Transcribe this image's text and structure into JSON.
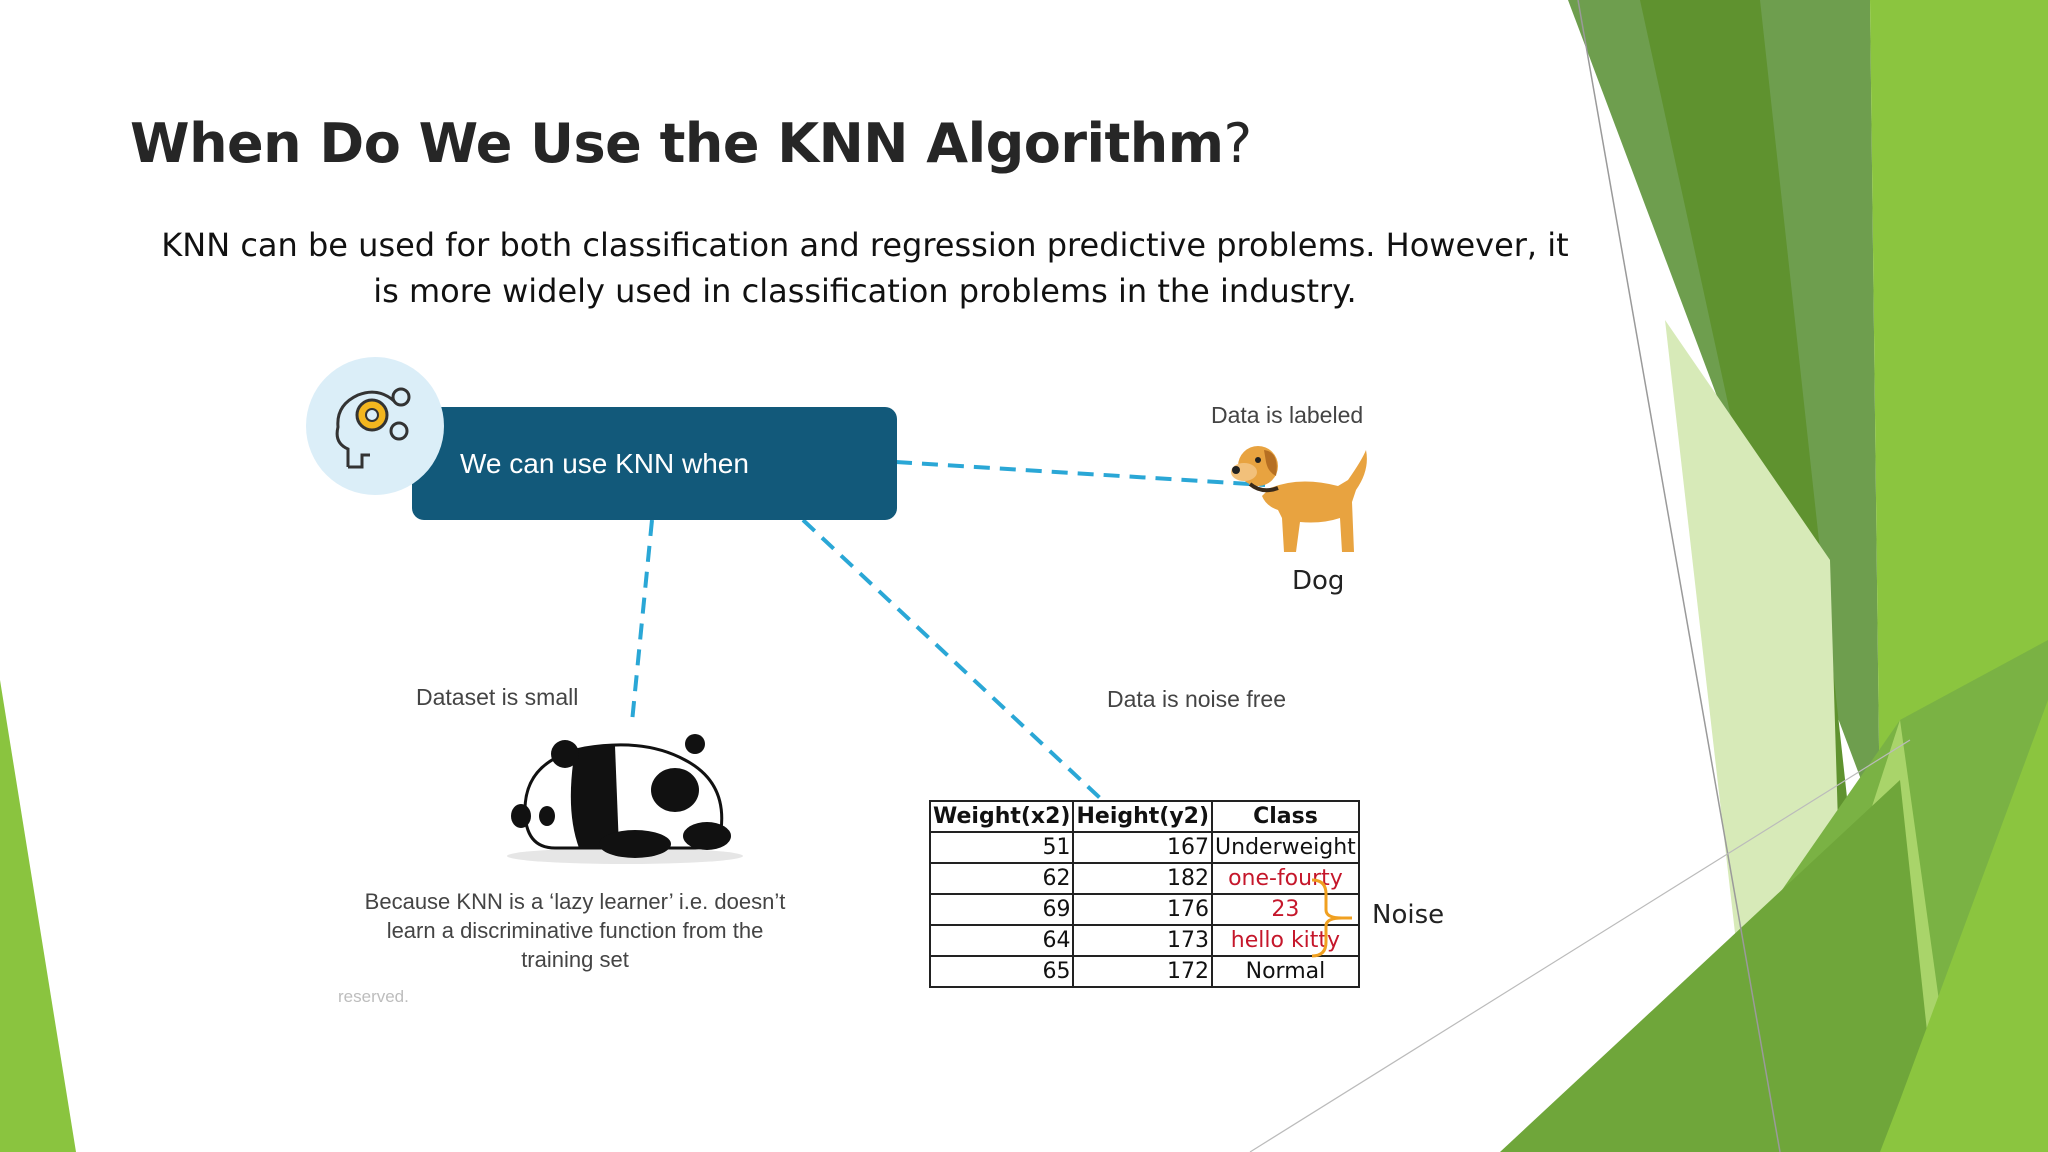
{
  "slide": {
    "title_main": "When Do We Use the KNN Algorithm",
    "title_mark": "?",
    "intro": "KNN can be used for both classification and regression predictive problems. However, it is more widely used in classification problems in the industry."
  },
  "diagram": {
    "center_label": "We can use KNN when",
    "label_labeled": "Data is labeled",
    "dog_label": "Dog",
    "label_small": "Dataset is small",
    "label_noise_free": "Data is noise free",
    "panda_caption": "Because KNN is a ‘lazy learner’ i.e. doesn’t learn a discriminative function from the training set",
    "faint_text": "reserved.",
    "noise_label": "Noise"
  },
  "table": {
    "headers": [
      "Weight(x2)",
      "Height(y2)",
      "Class"
    ],
    "rows": [
      [
        "51",
        "167",
        "Underweight"
      ],
      [
        "62",
        "182",
        "one-fourty"
      ],
      [
        "69",
        "176",
        "23"
      ],
      [
        "64",
        "173",
        "hello kitty"
      ],
      [
        "65",
        "172",
        "Normal"
      ]
    ]
  },
  "colors": {
    "box": "#12597a",
    "connector": "#2aa7d6",
    "noise_text": "#c5172b",
    "brace": "#f0a020",
    "green_dark": "#4e8a2e",
    "green_light": "#8ac43f"
  }
}
